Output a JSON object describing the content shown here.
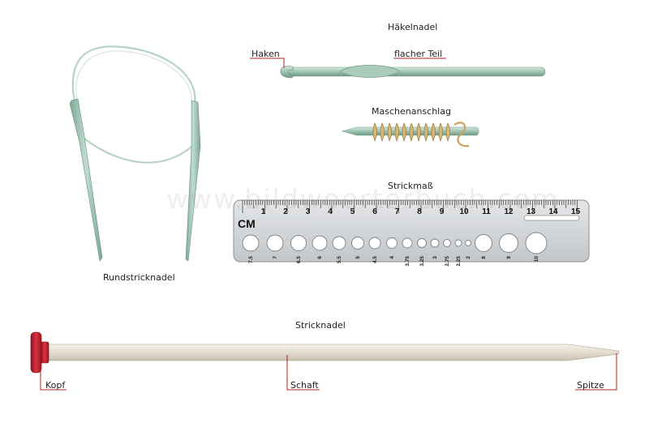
{
  "labels": {
    "hakelnadel": "Häkelnadel",
    "haken": "Haken",
    "flacher_teil": "flacher Teil",
    "maschenanschlag": "Maschenanschlag",
    "strickmass": "Strickmaß",
    "rundstricknadel": "Rundstricknadel",
    "stricknadel": "Stricknadel",
    "kopf": "Kopf",
    "schaft": "Schaft",
    "spitze": "Spitze"
  },
  "watermark": "www.bildwoerterbuch.com",
  "gauge": {
    "unit": "CM",
    "cm_marks": [
      "1",
      "2",
      "3",
      "4",
      "5",
      "6",
      "7",
      "8",
      "9",
      "10",
      "11",
      "12",
      "13",
      "14",
      "15"
    ],
    "hole_sizes": [
      "7.5",
      "7",
      "6.5",
      "6",
      "5.5",
      "5",
      "4.5",
      "4",
      "3.75",
      "3.25",
      "3",
      "2.75",
      "2.25",
      "2",
      "8",
      "9",
      "10"
    ]
  },
  "colors": {
    "needle_green": "#9fc4b1",
    "gauge_gray": "#d4d6d8",
    "cap_red": "#c6202f",
    "leader_red": "#b22222",
    "yarn": "#d2b070"
  }
}
